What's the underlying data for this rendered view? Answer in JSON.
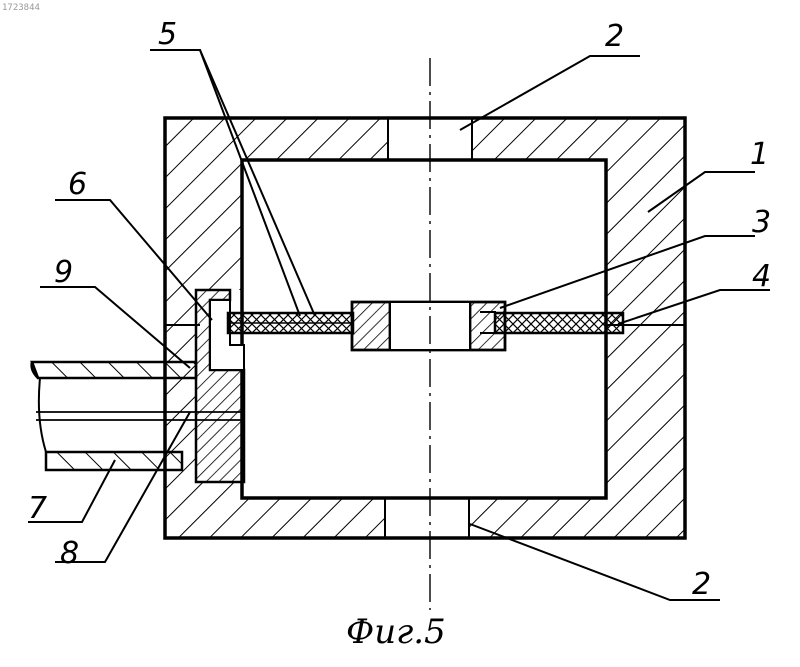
{
  "stamp": "1723844",
  "caption": "Фиг.5",
  "labels": {
    "l1": "1",
    "l2_top": "2",
    "l2_bottom": "2",
    "l3": "3",
    "l4": "4",
    "l5": "5",
    "l6": "6",
    "l7": "7",
    "l8": "8",
    "l9": "9"
  }
}
